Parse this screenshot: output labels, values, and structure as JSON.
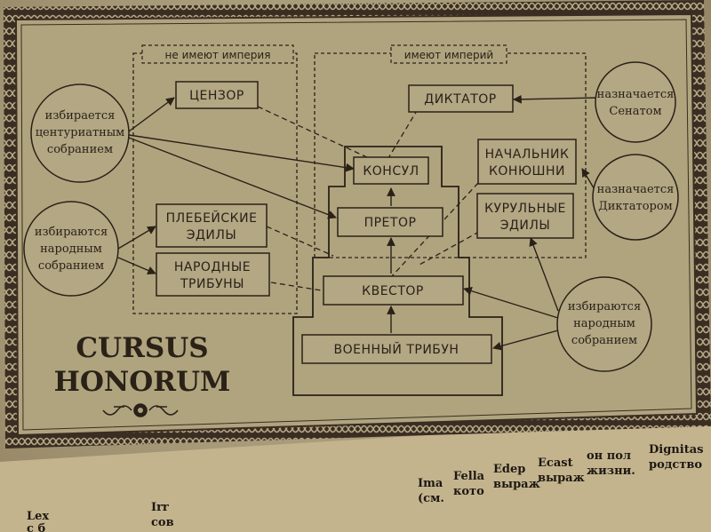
{
  "title": {
    "line1": "CURSUS",
    "line2": "HONORUM"
  },
  "groups": {
    "no_imperium": "не имеют империя",
    "has_imperium": "имеют империй"
  },
  "offices": {
    "censor": "ЦЕНЗОР",
    "dictator": "ДИКТАТОР",
    "consul": "КОНСУЛ",
    "magister_line1": "НАЧАЛЬНИК",
    "magister_line2": "КОНЮШНИ",
    "praetor": "ПРЕТОР",
    "plebeian_aediles_line1": "ПЛЕБЕЙСКИЕ",
    "plebeian_aediles_line2": "ЭДИЛЫ",
    "curule_aediles_line1": "КУРУЛЬНЫЕ",
    "curule_aediles_line2": "ЭДИЛЫ",
    "tribunes_line1": "НАРОДНЫЕ",
    "tribunes_line2": "ТРИБУНЫ",
    "quaestor": "КВЕСТОР",
    "military_tribune": "ВОЕННЫЙ ТРИБУН"
  },
  "electors": {
    "centuriate_line1": "избирается",
    "centuriate_line2": "центуриатным",
    "centuriate_line3": "собранием",
    "popular_line1": "избираются",
    "popular_line2": "народным",
    "popular_line3": "собранием",
    "senate_line1": "назначается",
    "senate_line2": "Сенатом",
    "dictator_line1": "назначается",
    "dictator_line2": "Диктатором",
    "popular_right_line1": "избираются",
    "popular_right_line2": "народным",
    "popular_right_line3": "собранием"
  },
  "page_text": {
    "col1_line1": "Lex",
    "col1_line2": "с б",
    "col2_line1": "Irr",
    "col2_line2": "сов",
    "col3_line1": "Ima",
    "col3_line2": "(см.",
    "col4_line1": "Fella",
    "col4_line2": "кото",
    "col5_line1": "Edep",
    "col5_line2": "выраж",
    "col6_line1": "Ecast",
    "col6_line2": "выраж",
    "col7_line1": "он пол",
    "col7_line2": "жизни.",
    "col8_line1": "Dignitas",
    "col8_line2": "родство"
  },
  "colors": {
    "ink": "#2a2117",
    "paper": "#b3a784",
    "border_dark": "#3b2d22"
  }
}
